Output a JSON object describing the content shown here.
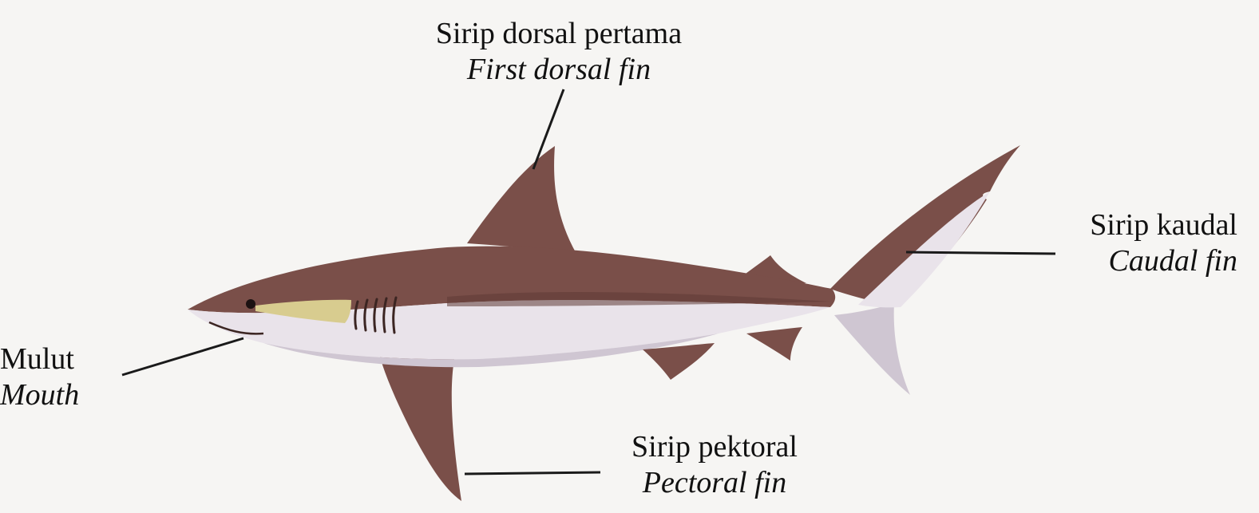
{
  "labels": {
    "first_dorsal_fin": {
      "ms": "Sirip dorsal pertama",
      "en": "First dorsal fin"
    },
    "caudal_fin": {
      "ms": "Sirip kaudal",
      "en": "Caudal fin"
    },
    "mouth": {
      "ms": "Mulut",
      "en": "Mouth"
    },
    "pectoral_fin": {
      "ms": "Sirip pektoral",
      "en": "Pectoral fin"
    }
  },
  "colors": {
    "dorsal_body": "#7a4f49",
    "dorsal_dark": "#5e3a35",
    "belly": "#e9e3ea",
    "belly_shadow": "#cfc6d2",
    "highlight": "#d8cc8f",
    "line": "#1a1a1a",
    "background": "#f6f5f3"
  }
}
